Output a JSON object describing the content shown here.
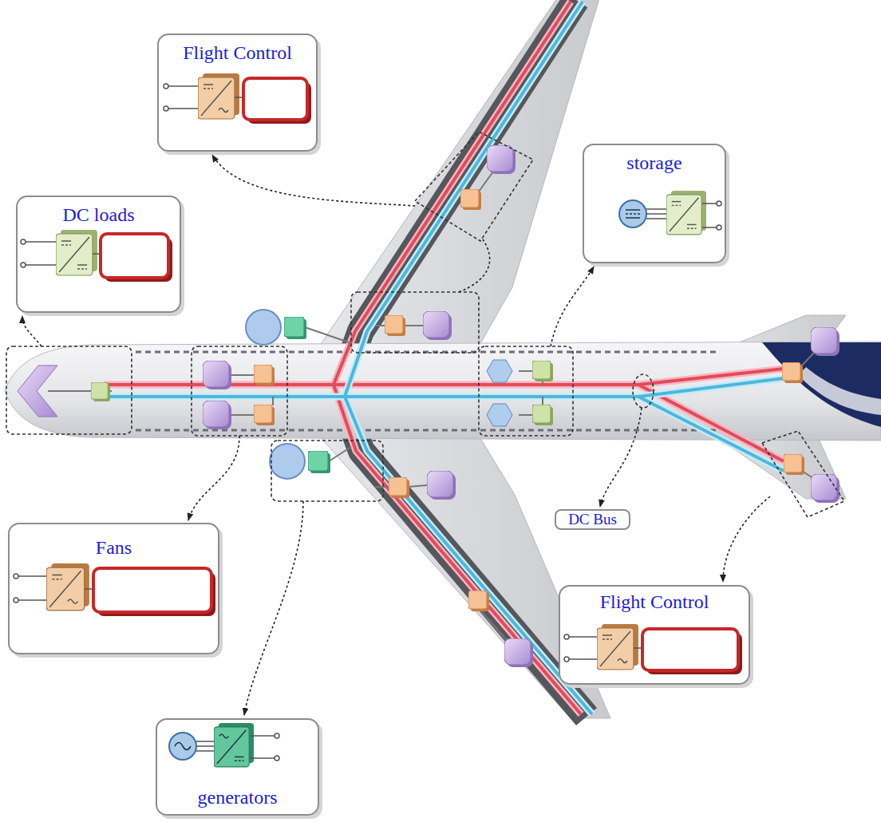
{
  "diagram": {
    "nodes": [
      {
        "text": [
          "Flight Control"
        ]
      },
      {
        "text": [
          "storage"
        ]
      },
      {
        "text": [
          "DC loads"
        ]
      },
      {
        "text": [
          "DC Bus"
        ]
      },
      {
        "text": [
          "Fans"
        ]
      },
      {
        "text": [
          "Flight Control"
        ]
      },
      {
        "text": [
          "generators"
        ]
      }
    ]
  }
}
